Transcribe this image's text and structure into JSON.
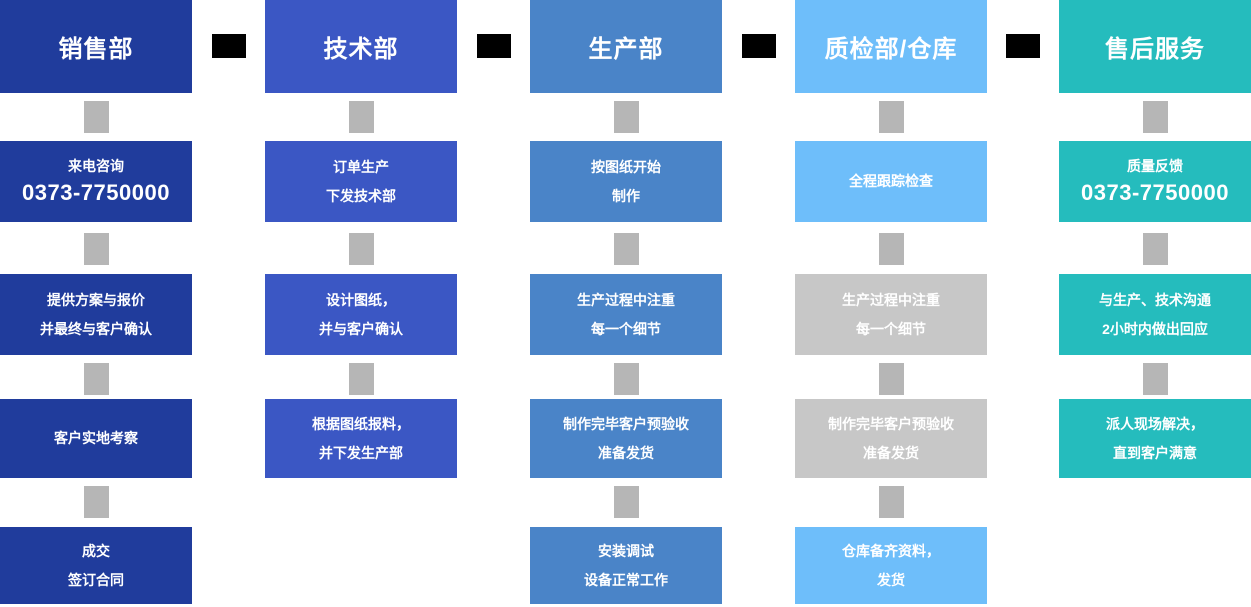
{
  "colors": {
    "sales_dark_blue": "#203c9c",
    "tech_blue": "#3b57c4",
    "production_blue": "#4a84c8",
    "qc_light_blue": "#6ebefa",
    "after_sales_teal": "#25bcbd",
    "muted_gray_box": "#c7c7c7",
    "connector_gray": "#b6b6b6",
    "inter_column_black": "#000000",
    "text_white": "#ffffff",
    "background": "#ffffff"
  },
  "columns": [
    {
      "id": "sales",
      "title": "销售部",
      "color": "#203c9c",
      "boxes": [
        {
          "lines": [
            "来电咨询"
          ],
          "big_line": "0373-7750000"
        },
        {
          "lines": [
            "提供方案与报价",
            "并最终与客户确认"
          ]
        },
        {
          "lines": [
            "客户实地考察"
          ]
        },
        {
          "lines": [
            "成交",
            "签订合同"
          ]
        }
      ]
    },
    {
      "id": "technology",
      "title": "技术部",
      "color": "#3b57c4",
      "boxes": [
        {
          "lines": [
            "订单生产",
            "下发技术部"
          ]
        },
        {
          "lines": [
            "设计图纸，",
            "并与客户确认"
          ]
        },
        {
          "lines": [
            "根据图纸报料，",
            "并下发生产部"
          ]
        }
      ]
    },
    {
      "id": "production",
      "title": "生产部",
      "color": "#4a84c8",
      "boxes": [
        {
          "lines": [
            "按图纸开始",
            "制作"
          ]
        },
        {
          "lines": [
            "生产过程中注重",
            "每一个细节"
          ]
        },
        {
          "lines": [
            "制作完毕客户预验收",
            "准备发货"
          ]
        },
        {
          "lines": [
            "安装调试",
            "设备正常工作"
          ]
        }
      ]
    },
    {
      "id": "quality-warehouse",
      "title": "质检部/仓库",
      "color": "#6ebefa",
      "boxes": [
        {
          "lines": [
            "全程跟踪检查"
          ]
        },
        {
          "lines": [
            "生产过程中注重",
            "每一个细节"
          ],
          "variant": "gray"
        },
        {
          "lines": [
            "制作完毕客户预验收",
            "准备发货"
          ],
          "variant": "gray"
        },
        {
          "lines": [
            "仓库备齐资料，",
            "发货"
          ]
        }
      ]
    },
    {
      "id": "after-sales",
      "title": "售后服务",
      "color": "#25bcbd",
      "boxes": [
        {
          "lines": [
            "质量反馈"
          ],
          "big_line": "0373-7750000"
        },
        {
          "lines": [
            "与生产、技术沟通",
            "2小时内做出回应"
          ]
        },
        {
          "lines": [
            "派人现场解决，",
            "直到客户满意"
          ]
        }
      ]
    }
  ]
}
